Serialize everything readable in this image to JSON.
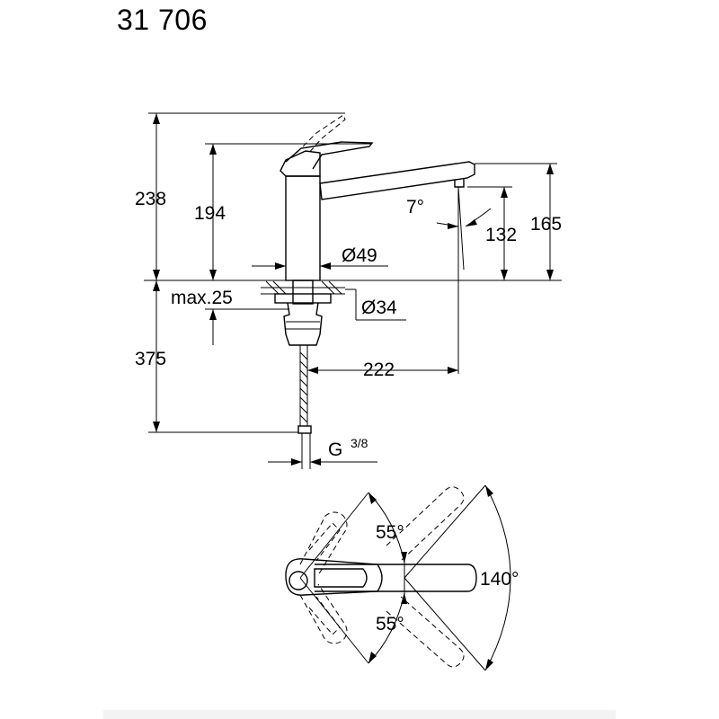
{
  "title": "31 706",
  "dimensions": {
    "total_height": "238",
    "spout_base_height": "194",
    "spout_angle": "7°",
    "outlet_height": "132",
    "spout_top_height": "165",
    "body_diameter": "Ø49",
    "max_counter_thickness": "max.25",
    "hole_diameter": "Ø34",
    "hose_length": "375",
    "spout_reach": "222",
    "connection_thread": "G",
    "connection_thread_size": "3/8"
  },
  "rotation": {
    "upper_angle": "55°",
    "lower_angle": "55°",
    "total_angle": "140°"
  }
}
